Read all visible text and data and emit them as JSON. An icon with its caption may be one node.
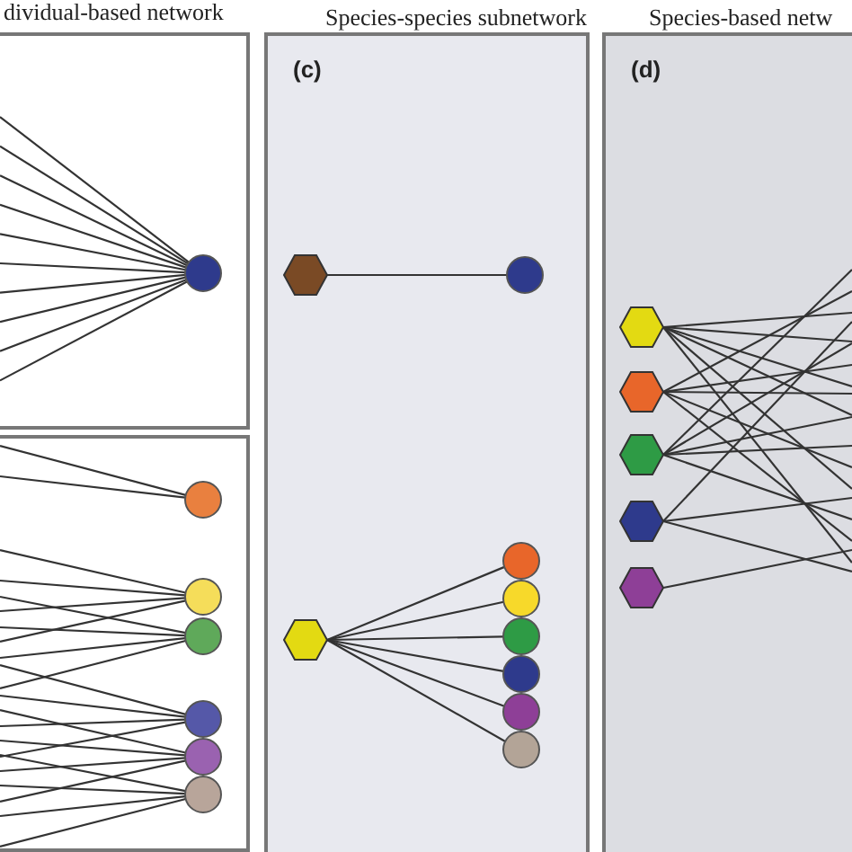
{
  "diagram": {
    "nodes": [
      {
        "text": [
          "dividual-based network"
        ]
      },
      {
        "text": [],
        "shape": "circle",
        "in": 0
      },
      {
        "text": [],
        "shape": "box"
      },
      {
        "text": [],
        "shape": "circle",
        "in": 2
      },
      {
        "text": [],
        "shape": "circle",
        "in": 2
      },
      {
        "text": [],
        "shape": "circle",
        "in": 2
      },
      {
        "text": [],
        "shape": "circle",
        "in": 2
      },
      {
        "text": [],
        "shape": "circle",
        "in": 2
      },
      {
        "text": [],
        "shape": "circle",
        "in": 2
      },
      {
        "text": [
          "Species-species subnetwork",
          "(c)"
        ]
      },
      {
        "text": [],
        "shape": "hexagon",
        "in": 9
      },
      {
        "text": [],
        "shape": "circle",
        "in": 9
      },
      {
        "text": [],
        "shape": "hexagon",
        "in": 9
      },
      {
        "text": [],
        "shape": "circle",
        "in": 9
      },
      {
        "text": [],
        "shape": "circle",
        "in": 9
      },
      {
        "text": [],
        "shape": "circle",
        "in": 9
      },
      {
        "text": [],
        "shape": "circle",
        "in": 9
      },
      {
        "text": [],
        "shape": "circle",
        "in": 9
      },
      {
        "text": [],
        "shape": "circle",
        "in": 9
      },
      {
        "text": [
          "Species-based netw",
          "(d)"
        ]
      },
      {
        "text": [],
        "shape": "hexagon",
        "in": 19
      },
      {
        "text": [],
        "shape": "hexagon",
        "in": 19
      },
      {
        "text": [],
        "shape": "hexagon",
        "in": 19
      },
      {
        "text": [],
        "shape": "hexagon",
        "in": 19
      },
      {
        "text": [],
        "shape": "hexagon",
        "in": 19
      }
    ],
    "edges": [
      {
        "from": null,
        "to": 1,
        "arrow": "none"
      },
      {
        "from": null,
        "to": 1,
        "arrow": "none"
      },
      {
        "from": null,
        "to": 1,
        "arrow": "none"
      },
      {
        "from": null,
        "to": 1,
        "arrow": "none"
      },
      {
        "from": null,
        "to": 1,
        "arrow": "none"
      },
      {
        "from": null,
        "to": 1,
        "arrow": "none"
      },
      {
        "from": null,
        "to": 1,
        "arrow": "none"
      },
      {
        "from": null,
        "to": 1,
        "arrow": "none"
      },
      {
        "from": null,
        "to": 1,
        "arrow": "none"
      },
      {
        "from": null,
        "to": 1,
        "arrow": "none"
      },
      {
        "from": null,
        "to": 3,
        "arrow": "none"
      },
      {
        "from": null,
        "to": 3,
        "arrow": "none"
      },
      {
        "from": null,
        "to": 4,
        "arrow": "none"
      },
      {
        "from": null,
        "to": 4,
        "arrow": "none"
      },
      {
        "from": null,
        "to": 4,
        "arrow": "none"
      },
      {
        "from": null,
        "to": 4,
        "arrow": "none"
      },
      {
        "from": null,
        "to": 5,
        "arrow": "none"
      },
      {
        "from": null,
        "to": 5,
        "arrow": "none"
      },
      {
        "from": null,
        "to": 5,
        "arrow": "none"
      },
      {
        "from": null,
        "to": 5,
        "arrow": "none"
      },
      {
        "from": null,
        "to": 6,
        "arrow": "none"
      },
      {
        "from": null,
        "to": 6,
        "arrow": "none"
      },
      {
        "from": null,
        "to": 6,
        "arrow": "none"
      },
      {
        "from": null,
        "to": 6,
        "arrow": "none"
      },
      {
        "from": null,
        "to": 7,
        "arrow": "none"
      },
      {
        "from": null,
        "to": 7,
        "arrow": "none"
      },
      {
        "from": null,
        "to": 7,
        "arrow": "none"
      },
      {
        "from": null,
        "to": 7,
        "arrow": "none"
      },
      {
        "from": null,
        "to": 8,
        "arrow": "none"
      },
      {
        "from": null,
        "to": 8,
        "arrow": "none"
      },
      {
        "from": null,
        "to": 8,
        "arrow": "none"
      },
      {
        "from": null,
        "to": 8,
        "arrow": "none"
      },
      {
        "from": 10,
        "to": 11,
        "arrow": "none"
      },
      {
        "from": 12,
        "to": 13,
        "arrow": "none"
      },
      {
        "from": 12,
        "to": 14,
        "arrow": "none"
      },
      {
        "from": 12,
        "to": 15,
        "arrow": "none"
      },
      {
        "from": 12,
        "to": 16,
        "arrow": "none"
      },
      {
        "from": 12,
        "to": 17,
        "arrow": "none"
      },
      {
        "from": 12,
        "to": 18,
        "arrow": "none"
      },
      {
        "from": 20,
        "to": null,
        "arrow": "none"
      },
      {
        "from": 20,
        "to": null,
        "arrow": "none"
      },
      {
        "from": 20,
        "to": null,
        "arrow": "none"
      },
      {
        "from": 20,
        "to": null,
        "arrow": "none"
      },
      {
        "from": 20,
        "to": null,
        "arrow": "none"
      },
      {
        "from": 20,
        "to": null,
        "arrow": "none"
      },
      {
        "from": 21,
        "to": null,
        "arrow": "none"
      },
      {
        "from": 21,
        "to": null,
        "arrow": "none"
      },
      {
        "from": 21,
        "to": null,
        "arrow": "none"
      },
      {
        "from": 21,
        "to": null,
        "arrow": "none"
      },
      {
        "from": 21,
        "to": null,
        "arrow": "none"
      },
      {
        "from": 22,
        "to": null,
        "arrow": "none"
      },
      {
        "from": 22,
        "to": null,
        "arrow": "none"
      },
      {
        "from": 22,
        "to": null,
        "arrow": "none"
      },
      {
        "from": 22,
        "to": null,
        "arrow": "none"
      },
      {
        "from": 22,
        "to": null,
        "arrow": "none"
      },
      {
        "from": 23,
        "to": null,
        "arrow": "none"
      },
      {
        "from": 23,
        "to": null,
        "arrow": "none"
      },
      {
        "from": 23,
        "to": null,
        "arrow": "none"
      },
      {
        "from": 24,
        "to": null,
        "arrow": "none"
      }
    ]
  }
}
